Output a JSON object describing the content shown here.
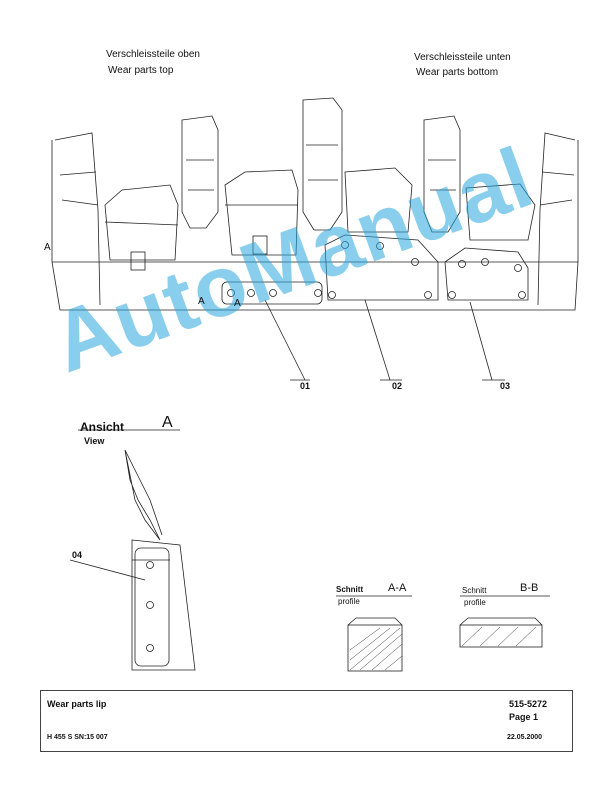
{
  "headings": {
    "top_de": "Verschleissteile oben",
    "top_en": "Wear parts top",
    "bottom_de": "Verschleissteile unten",
    "bottom_en": "Wear parts bottom"
  },
  "view": {
    "title_de": "Ansicht",
    "letter": "A",
    "title_en": "View"
  },
  "arrows": {
    "a1": "A",
    "a2": "A",
    "a3": "A"
  },
  "callouts": [
    "01",
    "02",
    "03",
    "04"
  ],
  "sections": {
    "aa_label_de": "Schnitt",
    "aa_label_en": "profile",
    "aa_letter": "A-A",
    "bb_label_de": "Schnitt",
    "bb_label_en": "profile",
    "bb_letter": "B-B"
  },
  "watermark": "AutoManual",
  "titleblock": {
    "title": "Wear parts lip",
    "part_number": "515-5272",
    "page": "Page 1",
    "model": "H 455 S SN:15 007",
    "date": "22.05.2000"
  }
}
